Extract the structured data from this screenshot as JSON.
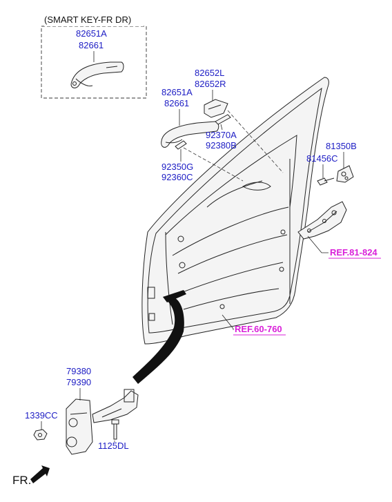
{
  "smart_key_box": {
    "title": "(SMART KEY-FR DR)",
    "part_line1": "82651A",
    "part_line2": "82661"
  },
  "parts": {
    "handle_a": "82651A",
    "handle_b": "82661",
    "cover_l": "82652L",
    "cover_r": "82652R",
    "pad_a": "92370A",
    "pad_b": "92380B",
    "pad2_a": "92350G",
    "pad2_b": "92360C",
    "striker_a": "81350B",
    "striker_b": "81456C",
    "checker_a": "79380",
    "checker_b": "79390",
    "nut": "1339CC",
    "bolt": "1125DL"
  },
  "refs": {
    "latch": "REF.81-824",
    "door": "REF.60-760"
  },
  "direction": {
    "label": "FR."
  },
  "colors": {
    "part_label": "#1c1cc4",
    "ref_label": "#d91fd9"
  }
}
